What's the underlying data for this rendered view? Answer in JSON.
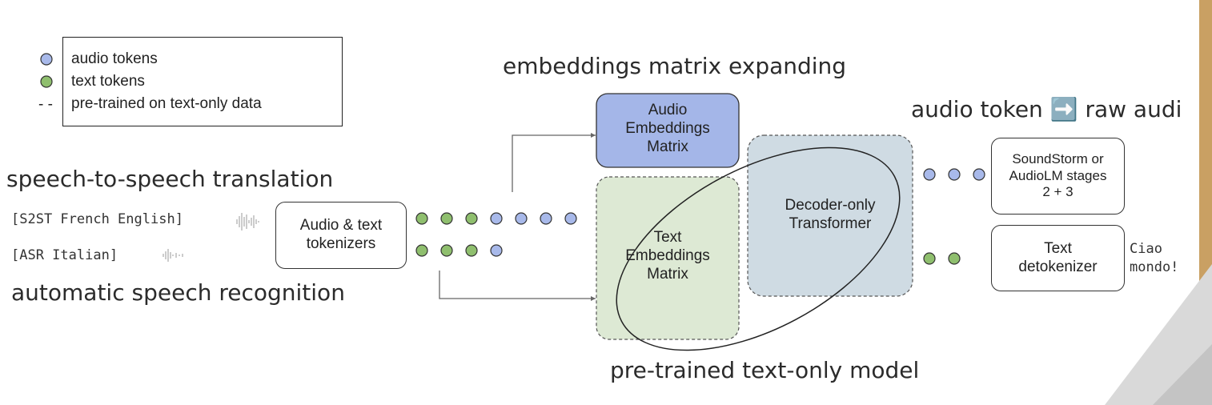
{
  "legend": {
    "audio": "audio tokens",
    "text": "text tokens",
    "pretrained_marker": "- -",
    "pretrained": "pre-trained on text-only data"
  },
  "labels": {
    "s2st_task": "speech-to-speech translation",
    "asr_task": "automatic speech recognition",
    "embeddings_expanding": "embeddings matrix expanding",
    "audio_to_raw": "audio token ➡️ raw audi",
    "pretrained_model": "pre-trained text-only model"
  },
  "inputs": {
    "s2st_prompt": "[S2ST French English]",
    "asr_prompt": "[ASR Italian]"
  },
  "boxes": {
    "tokenizer": "Audio & text tokenizers",
    "audio_embeddings": "Audio Embeddings Matrix",
    "text_embeddings": "Text Embeddings Matrix",
    "decoder": "Decoder-only Transformer",
    "soundstorm": "SoundStorm or AudioLM stages 2 + 3",
    "detokenizer": "Text detokenizer"
  },
  "outputs": {
    "text_output": "Ciao mondo!"
  },
  "colors": {
    "audio_token": "#a8b9ea",
    "text_token": "#8fbf6e",
    "audio_embeddings_fill": "#a4b6e8",
    "text_embeddings_fill": "#dde9d4",
    "decoder_fill": "#cfdbe3",
    "accent_right": "#c9a063"
  }
}
